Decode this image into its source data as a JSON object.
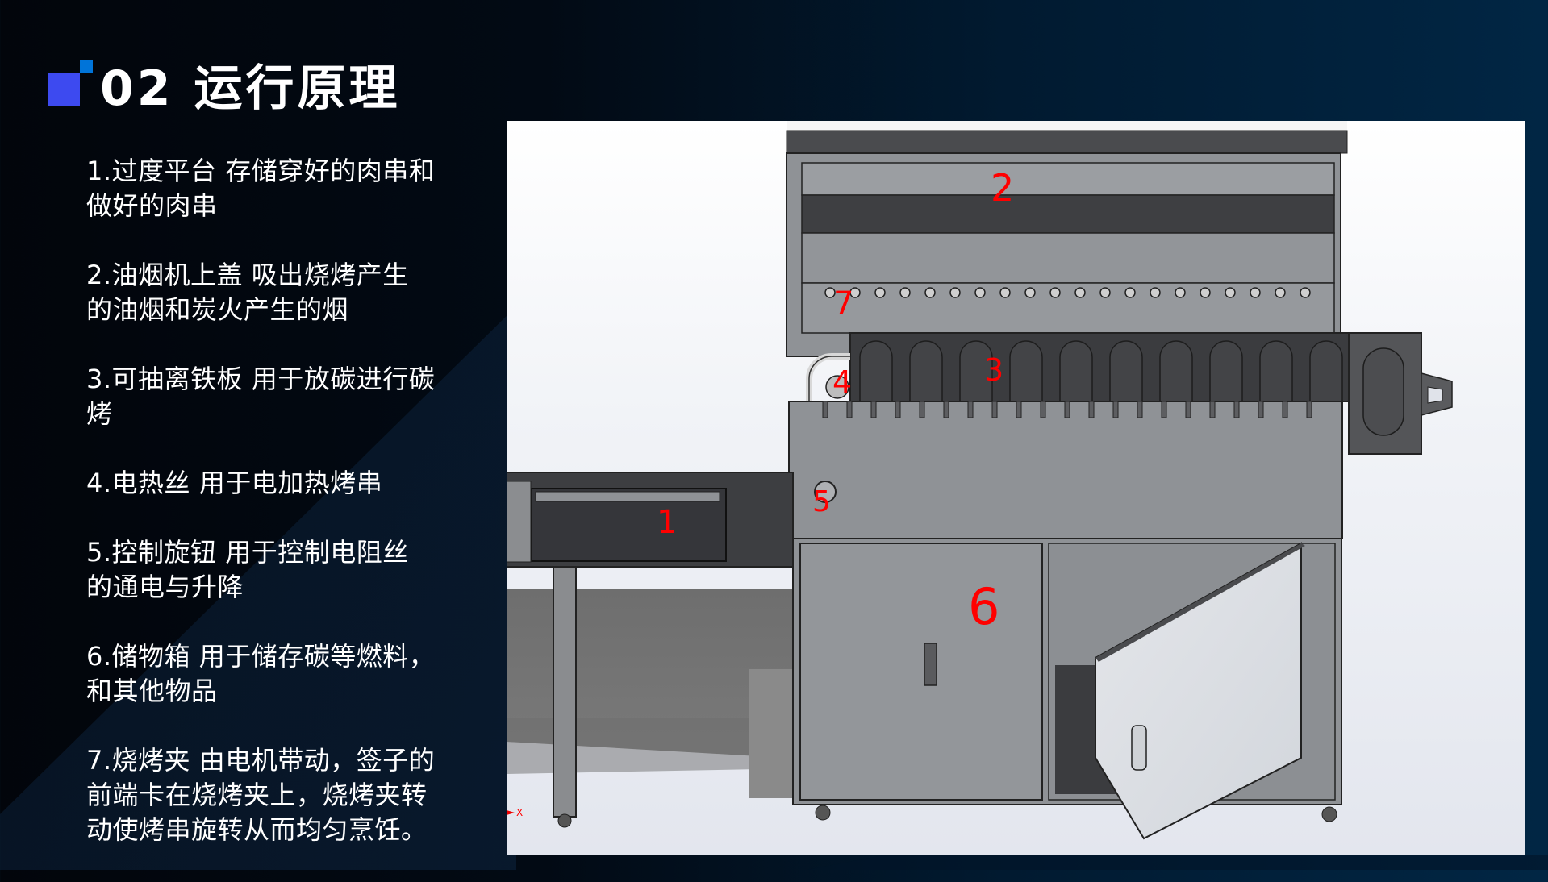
{
  "header": {
    "title": "02 运行原理",
    "icon": "title-square-icon",
    "accent_colors": {
      "primary_square": "#3d4af0",
      "secondary_square": "#0074d9"
    }
  },
  "description": {
    "items": [
      {
        "number": "1",
        "lines": [
          "1.过度平台 存储穿好的肉串和",
          "做好的肉串"
        ]
      },
      {
        "number": "2",
        "lines": [
          "2.油烟机上盖  吸出烧烤产生",
          "的油烟和炭火产生的烟"
        ]
      },
      {
        "number": "3",
        "lines": [
          "3.可抽离铁板 用于放碳进行碳",
          "烤"
        ]
      },
      {
        "number": "4",
        "lines": [
          "4.电热丝 用于电加热烤串"
        ]
      },
      {
        "number": "5",
        "lines": [
          "5.控制旋钮 用于控制电阻丝",
          "的通电与升降"
        ]
      },
      {
        "number": "6",
        "lines": [
          "6.储物箱 用于储存碳等燃料，",
          "和其他物品"
        ]
      },
      {
        "number": "7",
        "lines": [
          "7.烧烤夹 由电机带动，签子的",
          "前端卡在烧烤夹上，烧烤夹转",
          "动使烤串旋转从而均匀烹饪。"
        ]
      }
    ]
  },
  "figure": {
    "description": "3D CAD rendering of barbecue machine with numbered callouts",
    "callout_color": "#ff0000",
    "callouts": [
      {
        "label": "1",
        "part": "过度平台"
      },
      {
        "label": "2",
        "part": "油烟机上盖"
      },
      {
        "label": "3",
        "part": "可抽离铁板"
      },
      {
        "label": "4",
        "part": "电热丝"
      },
      {
        "label": "5",
        "part": "控制旋钮"
      },
      {
        "label": "6",
        "part": "储物箱"
      },
      {
        "label": "7",
        "part": "烧烤夹"
      }
    ],
    "axis_label": "X"
  }
}
